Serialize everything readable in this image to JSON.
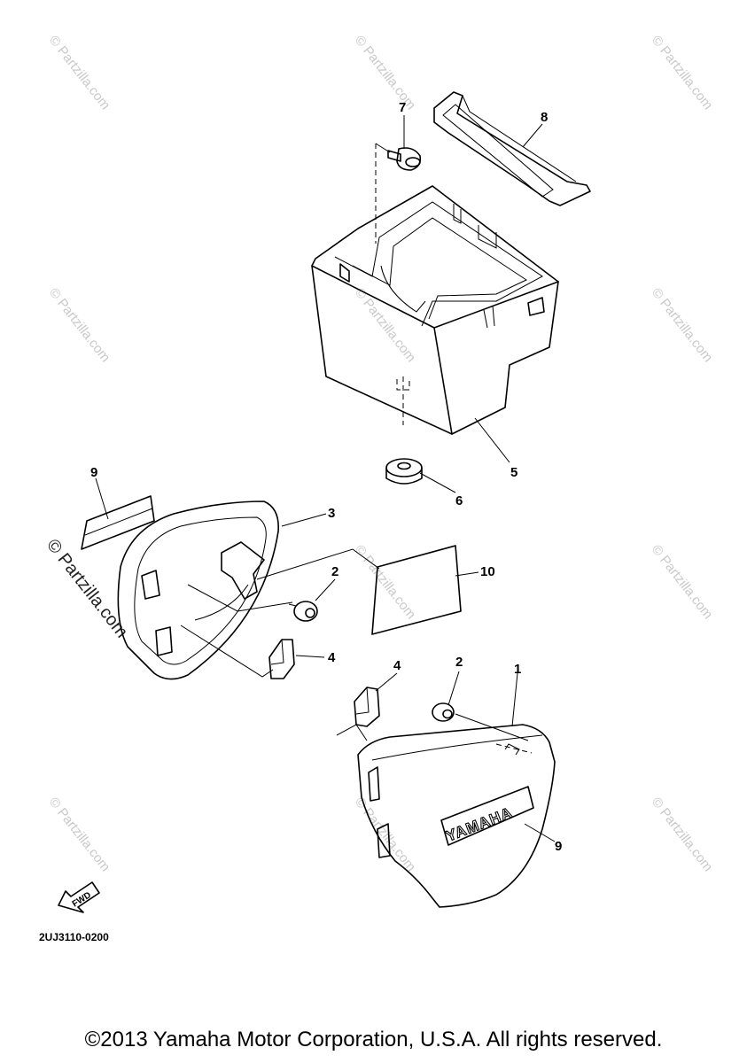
{
  "callouts": {
    "c1": "1",
    "c2a": "2",
    "c2b": "2",
    "c3": "3",
    "c4a": "4",
    "c4b": "4",
    "c5": "5",
    "c6": "6",
    "c7": "7",
    "c8": "8",
    "c9a": "9",
    "c9b": "9",
    "c10": "10"
  },
  "diagram_code": "2UJ3110-0200",
  "fwd_label": "FWD",
  "emblem_text": "YAMAHA",
  "watermark_small": "© Partzilla.com",
  "watermark_large": "© Partzilla.com",
  "copyright": "©2013 Yamaha Motor Corporation, U.S.A. All rights reserved.",
  "colors": {
    "ink": "#000000",
    "watermark": "#c9c9c9",
    "background": "#ffffff"
  }
}
